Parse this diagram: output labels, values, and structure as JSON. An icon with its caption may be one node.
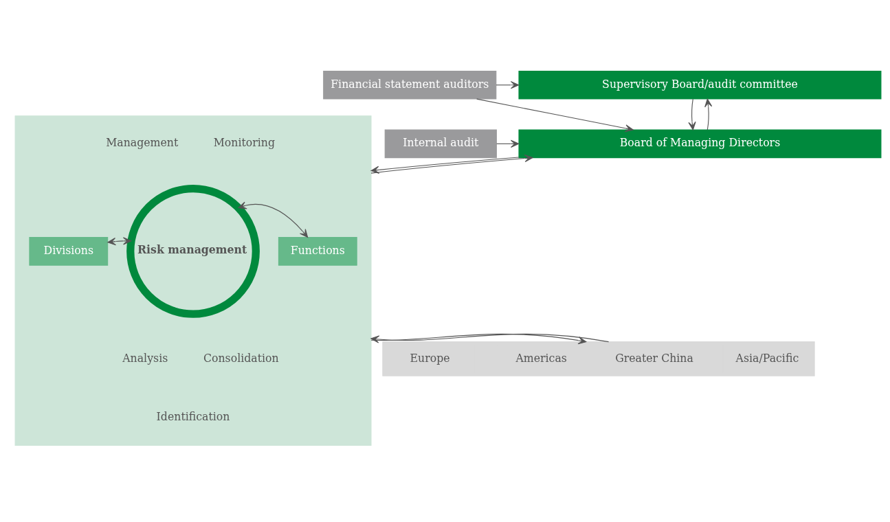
{
  "diagram": {
    "nodes": [
      {
        "text": [
          "Supervisory Board/audit committee"
        ]
      },
      {
        "text": [
          "Financial statement auditors"
        ]
      },
      {
        "text": [
          "Board of Managing Directors"
        ]
      },
      {
        "text": [
          "Internal audit"
        ]
      },
      {
        "text": [],
        "shape": "box"
      },
      {
        "text": [
          "Divisions"
        ],
        "in": 4
      },
      {
        "text": [
          "Risk management"
        ],
        "in": 4
      },
      {
        "text": [
          "Functions"
        ],
        "in": 4
      },
      {
        "text": [],
        "shape": "bar"
      },
      {
        "text": [
          "Europe"
        ],
        "in": 8
      },
      {
        "text": [
          "Americas"
        ],
        "in": 8
      },
      {
        "text": [
          "Greater China"
        ],
        "in": 8
      },
      {
        "text": [
          "Asia/Pacific"
        ],
        "in": 8
      }
    ],
    "edges": [
      {
        "from": 1,
        "to": 0,
        "arrow": "to"
      },
      {
        "from": 1,
        "to": 2,
        "arrow": "to"
      },
      {
        "from": 0,
        "to": 2,
        "arrow": "to"
      },
      {
        "from": 2,
        "to": 0,
        "arrow": "to"
      },
      {
        "from": 3,
        "to": 2,
        "arrow": "to"
      },
      {
        "from": 2,
        "to": 4,
        "arrow": "to"
      },
      {
        "from": 4,
        "to": 2,
        "arrow": "to"
      },
      {
        "from": 5,
        "to": 6,
        "arrow": "both"
      },
      {
        "from": 6,
        "to": 7,
        "arrow": "both"
      },
      {
        "from": 4,
        "to": 8,
        "arrow": "to"
      },
      {
        "from": 8,
        "to": 4,
        "arrow": "to"
      }
    ],
    "labels": [
      "Management",
      "Monitoring",
      "Analysis",
      "Consolidation",
      "Identification"
    ]
  }
}
